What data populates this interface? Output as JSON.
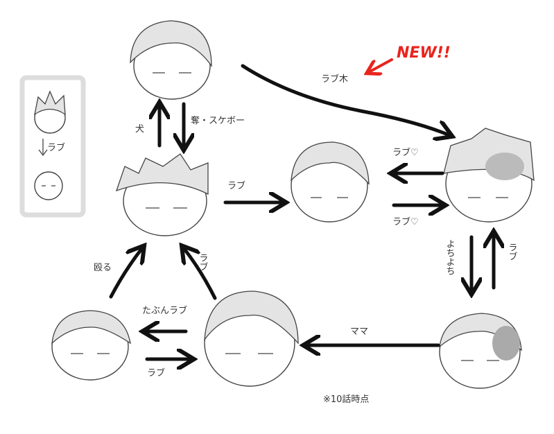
{
  "legend": {
    "label": "ラブ"
  },
  "labels": {
    "top_to_right": "ラブ木",
    "new_badge": "NEW!!",
    "dog": "犬",
    "steal": "奪・スケボー",
    "left_to_center": "ラブ",
    "right_to_center": "ラブ♡",
    "center_to_right": "ラブ♡",
    "yochiyochi": "よちよち",
    "bottomright_to_right": "ラブ",
    "mama": "ママ",
    "punch": "殴る",
    "bottommid_to_left": "ラブ",
    "maybe_love": "たぶんラブ",
    "bottomleft_to_mid": "ラブ",
    "note": "※10話時点"
  },
  "colors": {
    "accent": "#e8241e",
    "legend_border": "#dddddd"
  }
}
